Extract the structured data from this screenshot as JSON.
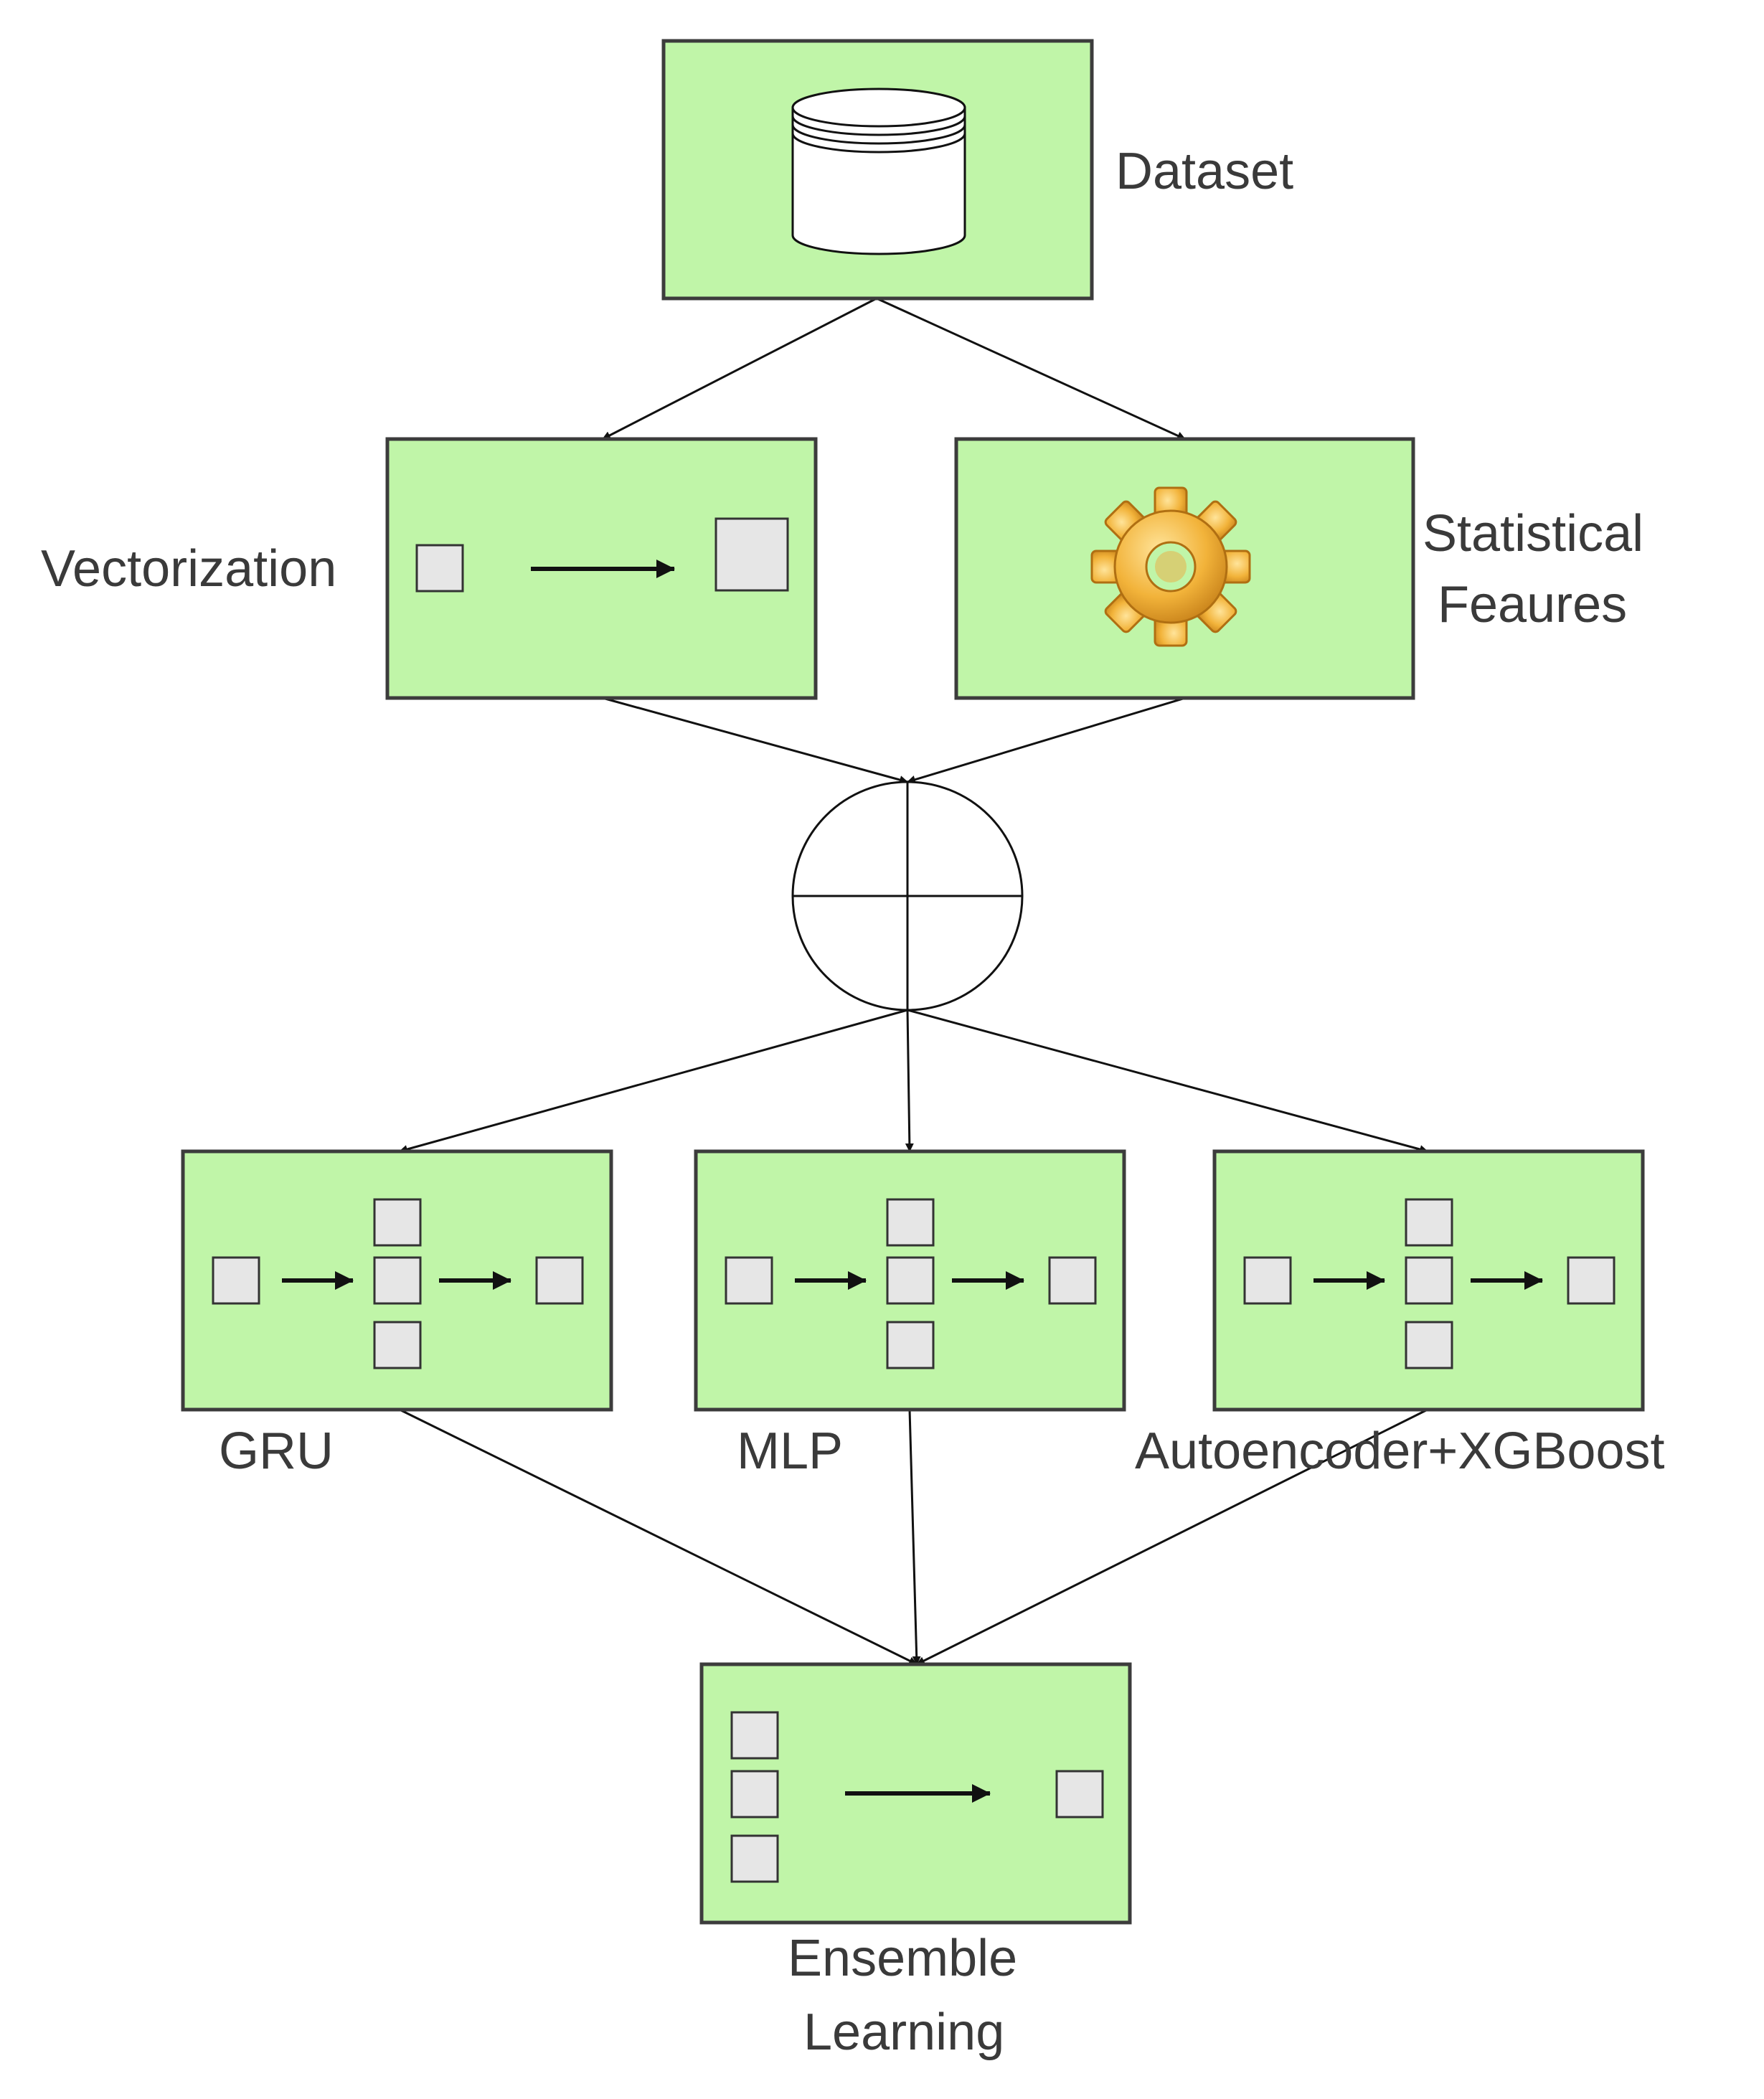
{
  "labels": {
    "dataset": "Dataset",
    "vectorization": "Vectorization",
    "statistical_line1": "Statistical",
    "statistical_line2": "Feaures",
    "gru": "GRU",
    "mlp": "MLP",
    "autoencoder": "Autoencoder+XGBoost",
    "ensemble_line1": "Ensemble",
    "ensemble_line2": "Learning"
  },
  "icons": {
    "dataset": "database-cylinder-icon",
    "statistical": "gear-icon",
    "combine": "circle-plus-icon"
  },
  "colors": {
    "box_fill": "#c0f5a8",
    "box_stroke": "#3c3c3c",
    "square_fill": "#e6e6e6",
    "gear": "#e8a21c"
  }
}
